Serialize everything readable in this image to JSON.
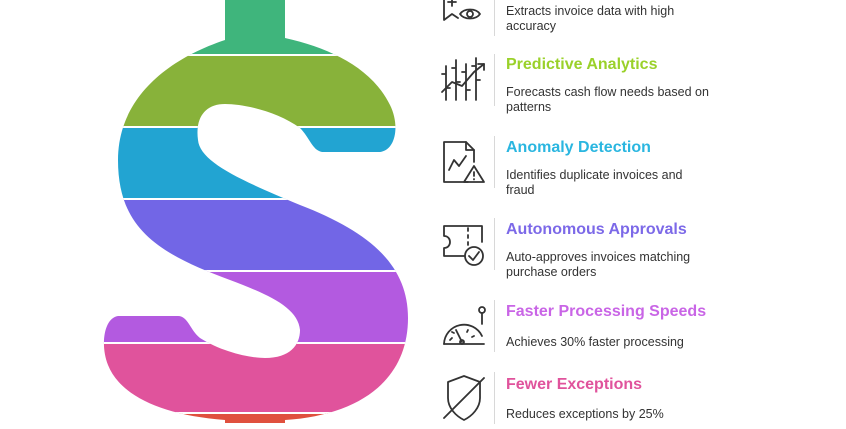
{
  "colors": {
    "band_1": "#3fb57c",
    "band_2": "#88b23a",
    "band_3": "#22a4d2",
    "band_4": "#7266e6",
    "band_5": "#b35ae0",
    "band_6": "#e0539c",
    "band_7": "#e0503e",
    "outline": "#ffffff"
  },
  "features": [
    {
      "icon": "scan-eye-icon",
      "title": "",
      "description": "Extracts invoice data with high accuracy",
      "color": "#3fb57c"
    },
    {
      "icon": "bar-chart-trend-icon",
      "title": "Predictive Analytics",
      "description": "Forecasts cash flow needs based on patterns",
      "color": "#9ad12a"
    },
    {
      "icon": "document-alert-icon",
      "title": "Anomaly Detection",
      "description": "Identifies duplicate invoices and fraud",
      "color": "#2ab6e0"
    },
    {
      "icon": "ticket-check-icon",
      "title": "Autonomous Approvals",
      "description": "Auto-approves invoices matching purchase orders",
      "color": "#7c69e8"
    },
    {
      "icon": "speedometer-icon",
      "title": "Faster Processing Speeds",
      "description": "Achieves 30% faster processing",
      "color": "#c965e6"
    },
    {
      "icon": "shield-off-icon",
      "title": "Fewer Exceptions",
      "description": "Reduces exceptions by 25%",
      "color": "#e0539c"
    }
  ]
}
